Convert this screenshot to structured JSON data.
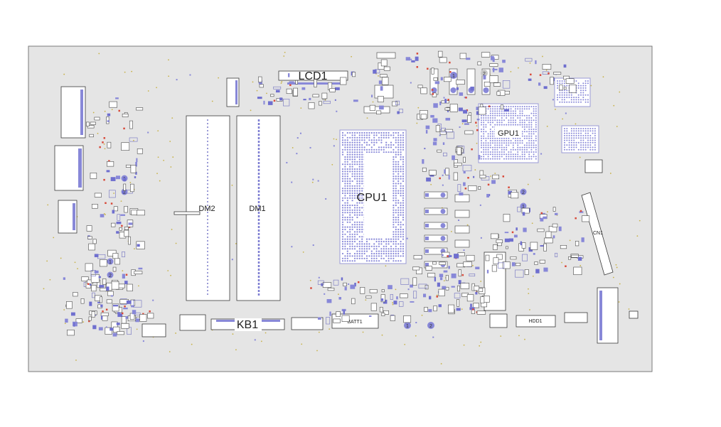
{
  "board": {
    "background": "#e5e5e5",
    "outline_color": "#7a7a7a",
    "pad_color": "#8888d8",
    "pad_color_alt": "#6f6fcf",
    "marker_color": "#d84a3a",
    "via_color": "#c8b24a"
  },
  "components": {
    "lcd1": "LCD1",
    "cpu1": "CPU1",
    "gpu1": "GPU1",
    "dm1": "DM1",
    "dm2": "DM2",
    "kb1": "KB1",
    "batt1": "BATT1",
    "hdd1": "HDD1",
    "cn1": "CN1"
  },
  "pin_numbers": {
    "one": "1",
    "two": "2"
  }
}
